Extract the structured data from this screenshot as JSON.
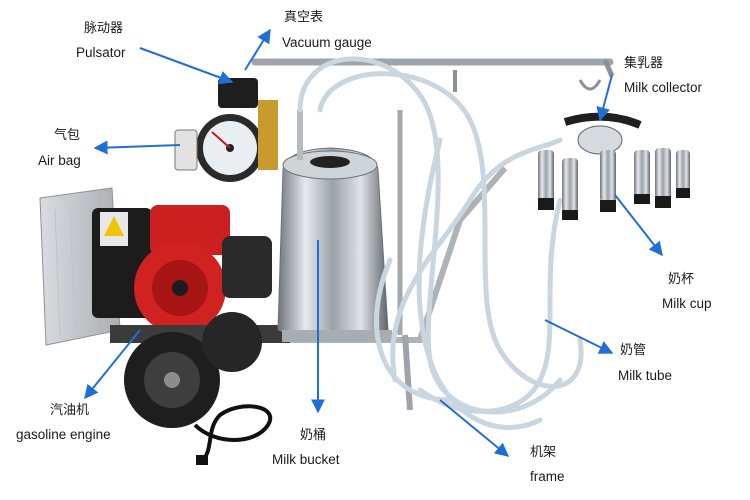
{
  "labels": {
    "pulsator": {
      "zh": "脉动器",
      "en": "Pulsator"
    },
    "vacuum_gauge": {
      "zh": "真空表",
      "en": "Vacuum gauge"
    },
    "milk_collector": {
      "zh": "集乳器",
      "en": "Milk collector"
    },
    "air_bag": {
      "zh": "气包",
      "en": "Air bag"
    },
    "milk_cup": {
      "zh": "奶杯",
      "en": "Milk cup"
    },
    "milk_tube": {
      "zh": "奶管",
      "en": "Milk tube"
    },
    "gasoline_engine": {
      "zh": "汽油机",
      "en": "gasoline engine"
    },
    "milk_bucket": {
      "zh": "奶桶",
      "en": "Milk bucket"
    },
    "frame": {
      "zh": "机架",
      "en": "frame"
    }
  },
  "colors": {
    "arrow": "#1f6fd6",
    "engine": "#c81e1e",
    "steel": "#b9bec4",
    "tube": "#c9d6e0",
    "text": "#1a1a1a"
  }
}
